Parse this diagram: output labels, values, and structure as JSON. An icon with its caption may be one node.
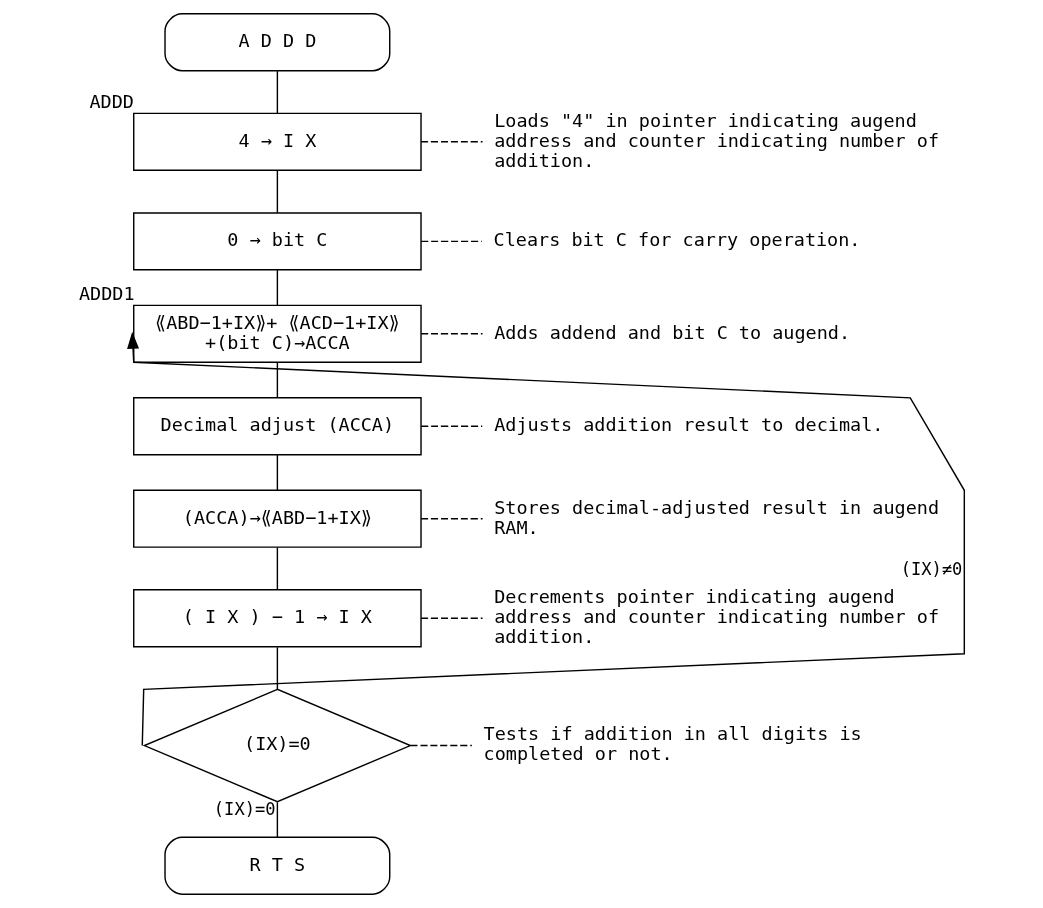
{
  "diagram": {
    "nodes": [
      {
        "text": [
          "A D D D"
        ]
      },
      {
        "text": [
          "4 → I X"
        ],
        "beside": [
          "ADDD"
        ]
      },
      {
        "text": [
          "0 → bit C"
        ]
      },
      {
        "text": [
          "⟪ABD−1+IX⟫+ ⟪ACD−1+IX⟫ +(bit C)→ACCA"
        ],
        "beside": [
          "ADDD1"
        ]
      },
      {
        "text": [
          "Decimal adjust (ACCA)"
        ]
      },
      {
        "text": [
          "(ACCA)→⟪ABD−1+IX⟫"
        ]
      },
      {
        "text": [
          "( I X ) − 1 → I X"
        ]
      },
      {
        "text": [
          "(IX)=0"
        ]
      },
      {
        "text": [
          "R T S"
        ]
      },
      {
        "text": [
          "Loads \"4\" in pointer indicating augend address and counter indicating number of addition."
        ]
      },
      {
        "text": [
          "Clears bit C for carry operation."
        ]
      },
      {
        "text": [
          "Adds addend and bit C to augend."
        ]
      },
      {
        "text": [
          "Adjusts addition result to decimal."
        ]
      },
      {
        "text": [
          "Stores decimal-adjusted result in augend RAM."
        ]
      },
      {
        "text": [
          "Decrements pointer indicating augend address and counter indicating number of addition."
        ]
      },
      {
        "text": [
          "Tests if addition in all digits is completed or not."
        ]
      }
    ],
    "edges": [
      {
        "from": 0,
        "to": 1,
        "arrow": "none"
      },
      {
        "from": 1,
        "to": 2,
        "arrow": "none"
      },
      {
        "from": 2,
        "to": 3,
        "arrow": "none"
      },
      {
        "from": 3,
        "to": 4,
        "arrow": "none"
      },
      {
        "from": 4,
        "to": 5,
        "arrow": "none"
      },
      {
        "from": 5,
        "to": 6,
        "arrow": "none"
      },
      {
        "from": 6,
        "to": 7,
        "arrow": "none"
      },
      {
        "from": 7,
        "to": 8,
        "arrow": "none",
        "label": "(IX)=0"
      },
      {
        "from": 7,
        "to": 3,
        "arrow": "to",
        "label": "(IX)≠0"
      },
      {
        "from": 1,
        "to": 9,
        "arrow": "none",
        "style": "dashed"
      },
      {
        "from": 2,
        "to": 10,
        "arrow": "none",
        "style": "dashed"
      },
      {
        "from": 3,
        "to": 11,
        "arrow": "none",
        "style": "dashed"
      },
      {
        "from": 4,
        "to": 12,
        "arrow": "none",
        "style": "dashed"
      },
      {
        "from": 5,
        "to": 13,
        "arrow": "none",
        "style": "dashed"
      },
      {
        "from": 6,
        "to": 14,
        "arrow": "none",
        "style": "dashed"
      },
      {
        "from": 7,
        "to": 15,
        "arrow": "none",
        "style": "dashed"
      }
    ]
  }
}
